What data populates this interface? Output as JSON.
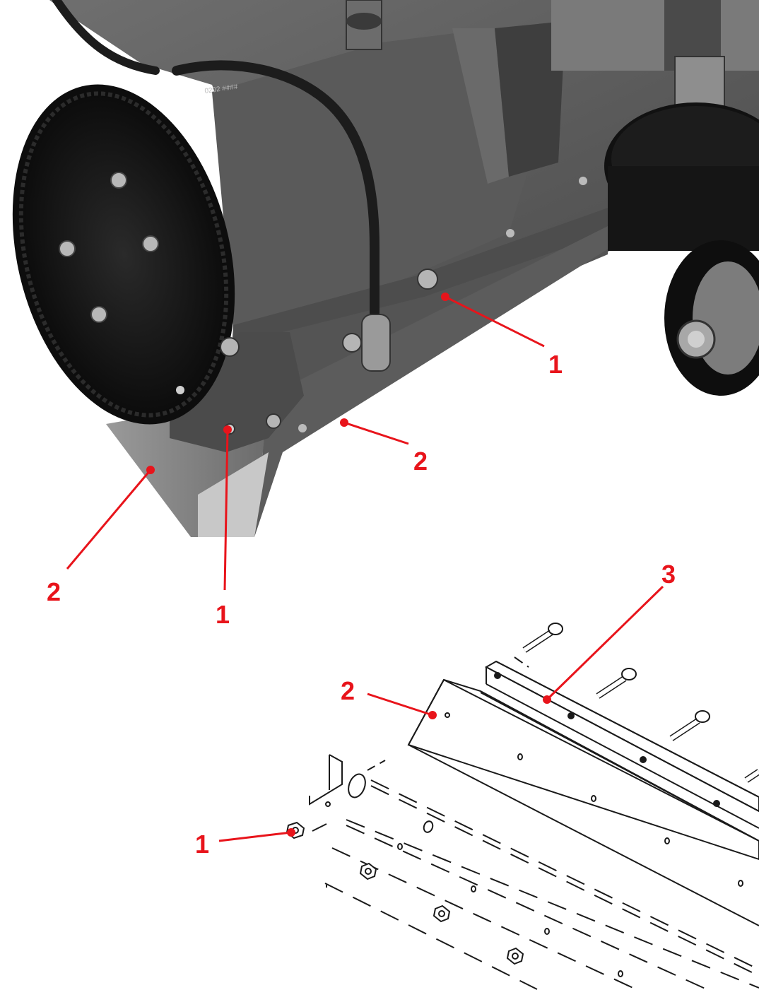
{
  "colors": {
    "callout": "#e8141b",
    "metal_light": "#8a8a8a",
    "metal_mid": "#5e5e5e",
    "metal_dark": "#2f2f2f",
    "belt": "#141414",
    "line_art": "#1a1a1a"
  },
  "callouts": [
    {
      "id": "photo-upper-right",
      "number": "1"
    },
    {
      "id": "photo-right-plate",
      "number": "2"
    },
    {
      "id": "photo-lower-center",
      "number": "1"
    },
    {
      "id": "photo-left-plate",
      "number": "2"
    },
    {
      "id": "drawing-strip",
      "number": "3"
    },
    {
      "id": "drawing-plate",
      "number": "2"
    },
    {
      "id": "drawing-nut",
      "number": "1"
    }
  ],
  "photo_text": {
    "hose_marking": "0202 ####"
  }
}
